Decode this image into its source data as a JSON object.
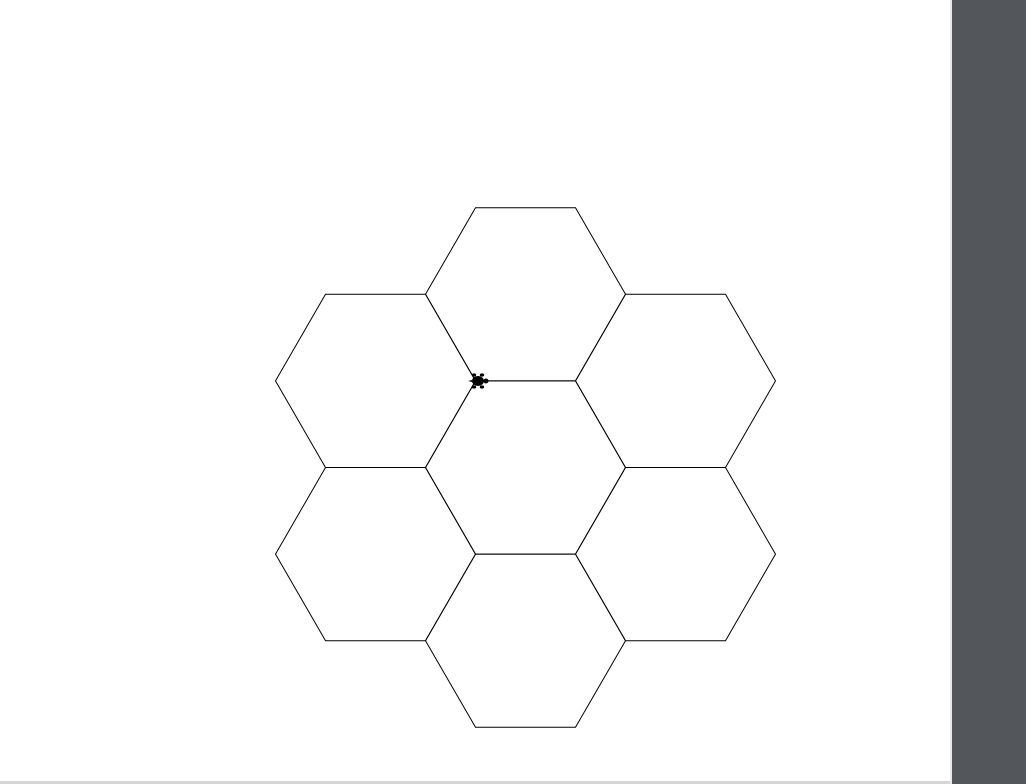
{
  "canvas": {
    "background_color": "#ffffff",
    "line_color": "#000000"
  },
  "drawing": {
    "shape": "hexagon",
    "hexagon_count": 7,
    "arrangement": "flower"
  },
  "turtle": {
    "icon": "turtle-icon",
    "color": "#000000"
  },
  "panel": {
    "color": "#53575b"
  }
}
